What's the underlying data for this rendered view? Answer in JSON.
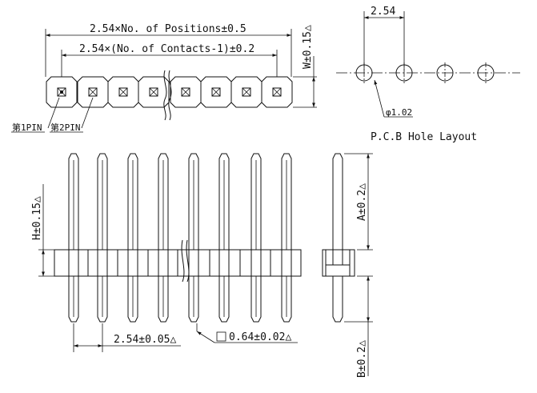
{
  "dimensions": {
    "positions_length": "2.54×No. of Positions±0.5",
    "contacts_length": "2.54×(No. of Contacts-1)±0.2",
    "width": "W±0.15△",
    "pitch": "2.54",
    "hole_diameter": "φ1.02",
    "height": "H±0.15△",
    "upper_pin": "A±0.2△",
    "lower_pin": "B±0.2△",
    "pin_pitch_tolerance": "2.54±0.05△",
    "pin_section": "0.64±0.02△"
  },
  "labels": {
    "pin1": "第1PIN",
    "pin2": "第2PIN",
    "pcb_hole_layout": "P.C.B Hole Layout"
  },
  "colors": {
    "line": "#111111",
    "background": "#ffffff"
  }
}
